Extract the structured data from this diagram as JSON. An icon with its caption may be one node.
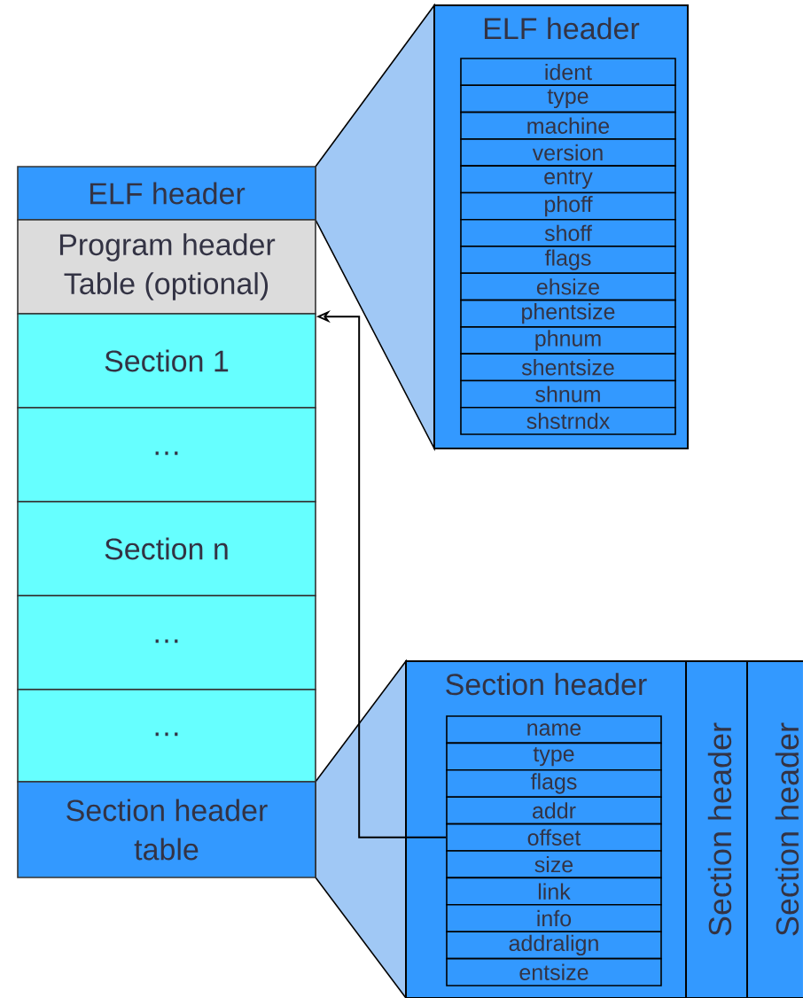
{
  "diagram": {
    "nodes": [
      {
        "text": [
          "ELF header"
        ]
      },
      {
        "text": [
          "Program header Table (optional)"
        ]
      },
      {
        "text": [
          "Section 1"
        ]
      },
      {
        "text": [
          "…"
        ]
      },
      {
        "text": [
          "Section n"
        ]
      },
      {
        "text": [
          "…"
        ]
      },
      {
        "text": [
          "…"
        ]
      },
      {
        "text": [
          "Section header table"
        ]
      },
      {
        "text": [
          "ELF header"
        ]
      },
      {
        "text": [
          "ident"
        ],
        "in": 8
      },
      {
        "text": [
          "type"
        ],
        "in": 8
      },
      {
        "text": [
          "machine"
        ],
        "in": 8
      },
      {
        "text": [
          "version"
        ],
        "in": 8
      },
      {
        "text": [
          "entry"
        ],
        "in": 8
      },
      {
        "text": [
          "phoff"
        ],
        "in": 8
      },
      {
        "text": [
          "shoff"
        ],
        "in": 8
      },
      {
        "text": [
          "flags"
        ],
        "in": 8
      },
      {
        "text": [
          "ehsize"
        ],
        "in": 8
      },
      {
        "text": [
          "phentsize"
        ],
        "in": 8
      },
      {
        "text": [
          "phnum"
        ],
        "in": 8
      },
      {
        "text": [
          "shentsize"
        ],
        "in": 8
      },
      {
        "text": [
          "shnum"
        ],
        "in": 8
      },
      {
        "text": [
          "shstrndx"
        ],
        "in": 8
      },
      {
        "text": [
          "Section header"
        ]
      },
      {
        "text": [
          "name"
        ],
        "in": 23
      },
      {
        "text": [
          "type"
        ],
        "in": 23
      },
      {
        "text": [
          "flags"
        ],
        "in": 23
      },
      {
        "text": [
          "addr"
        ],
        "in": 23
      },
      {
        "text": [
          "offset"
        ],
        "in": 23
      },
      {
        "text": [
          "size"
        ],
        "in": 23
      },
      {
        "text": [
          "link"
        ],
        "in": 23
      },
      {
        "text": [
          "info"
        ],
        "in": 23
      },
      {
        "text": [
          "addralign"
        ],
        "in": 23
      },
      {
        "text": [
          "entsize"
        ],
        "in": 23
      },
      {
        "text": [
          "Section header"
        ]
      },
      {
        "text": [
          "Section header"
        ]
      }
    ],
    "edges": [
      {
        "from": 28,
        "to": 2,
        "arrow": "to"
      }
    ]
  }
}
